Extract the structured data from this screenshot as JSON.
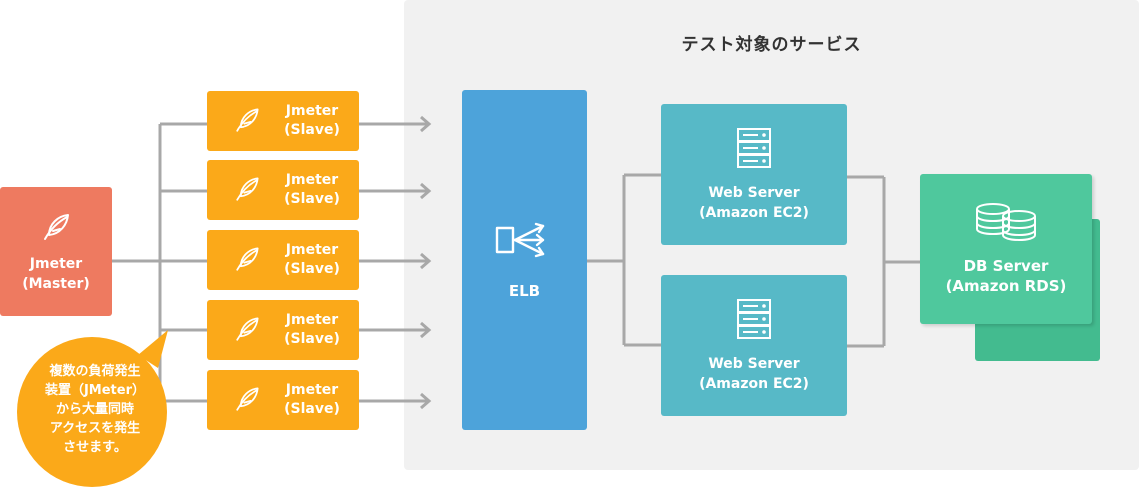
{
  "service_title": "テスト対象のサービス",
  "master": {
    "line1": "Jmeter",
    "line2": "(Master)",
    "icon": "feather-icon"
  },
  "slaves": [
    {
      "line1": "Jmeter",
      "line2": "(Slave)"
    },
    {
      "line1": "Jmeter",
      "line2": "(Slave)"
    },
    {
      "line1": "Jmeter",
      "line2": "(Slave)"
    },
    {
      "line1": "Jmeter",
      "line2": "(Slave)"
    },
    {
      "line1": "Jmeter",
      "line2": "(Slave)"
    }
  ],
  "elb": {
    "label": "ELB",
    "icon": "load-balancer-icon"
  },
  "web_servers": [
    {
      "line1": "Web Server",
      "line2": "(Amazon EC2)",
      "icon": "server-icon"
    },
    {
      "line1": "Web Server",
      "line2": "(Amazon EC2)",
      "icon": "server-icon"
    }
  ],
  "db": {
    "line1": "DB Server",
    "line2": "(Amazon RDS)",
    "icon": "database-icon"
  },
  "callout": {
    "lines": [
      "複数の負荷発生",
      "装置（JMeter）",
      "から大量同時",
      "アクセスを発生",
      "させます。"
    ]
  },
  "colors": {
    "master": "#ee7a60",
    "slave": "#fba919",
    "elb": "#4da3da",
    "web": "#57b9c7",
    "db": "#4fc89d",
    "callout": "#fba919",
    "connector": "#a8a8a8",
    "region": "#f1f1f1"
  }
}
